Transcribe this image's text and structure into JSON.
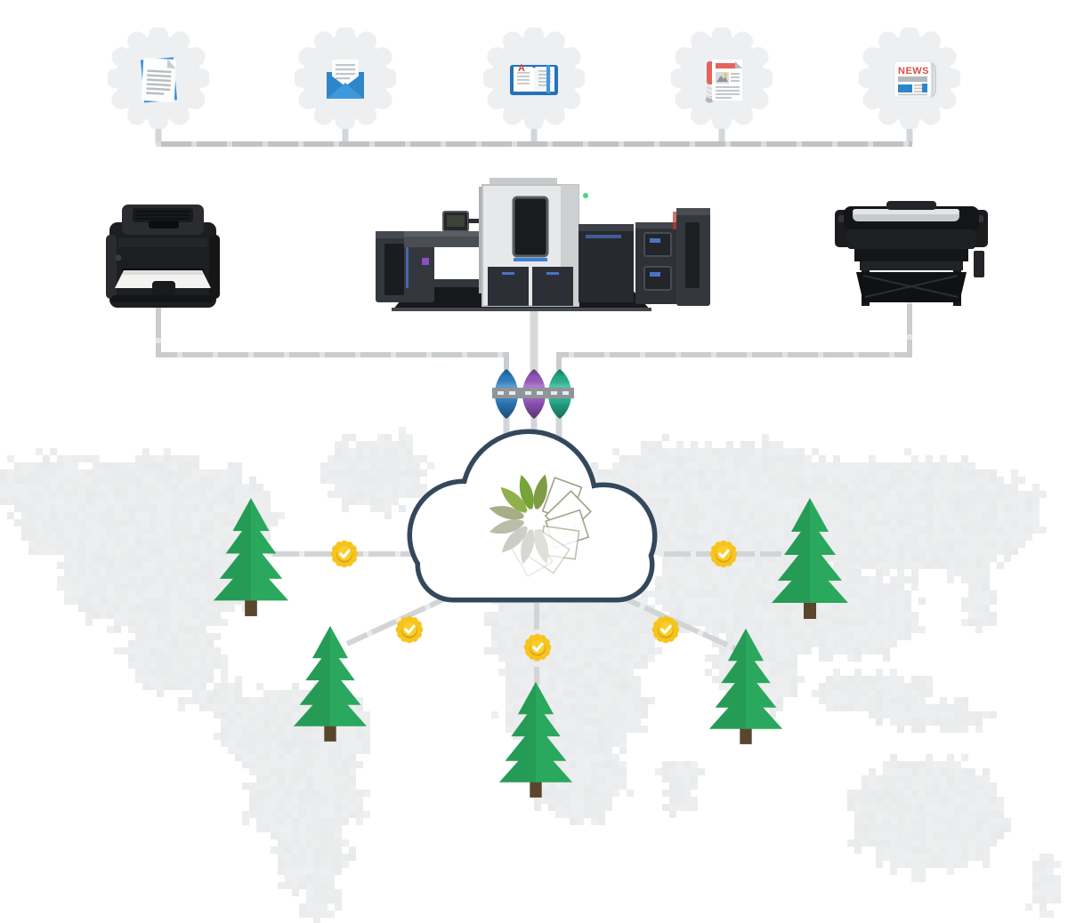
{
  "source_icons": [
    {
      "name": "document",
      "label": ""
    },
    {
      "name": "email",
      "label": ""
    },
    {
      "name": "book",
      "label": "A"
    },
    {
      "name": "magazine",
      "label": ""
    },
    {
      "name": "newspaper",
      "label": "NEWS"
    }
  ],
  "printers": [
    {
      "name": "desktop-laser-printer"
    },
    {
      "name": "digital-production-press"
    },
    {
      "name": "large-format-plotter"
    }
  ],
  "data_streams": {
    "colors": [
      "#2f80c3",
      "#9859c1",
      "#26b290"
    ]
  },
  "cloud": {
    "border_color": "#33485c",
    "fill": "#ffffff",
    "logo": "leaf-and-paper-pinwheel"
  },
  "map": {
    "land_color": "#e8eaeb",
    "line_color": "#d2d5d6",
    "tree_count": 5,
    "badge_count": 5,
    "tree_color": "#2aa85d",
    "trunk_color": "#5a452f",
    "badge_color": "#f6c41c"
  }
}
